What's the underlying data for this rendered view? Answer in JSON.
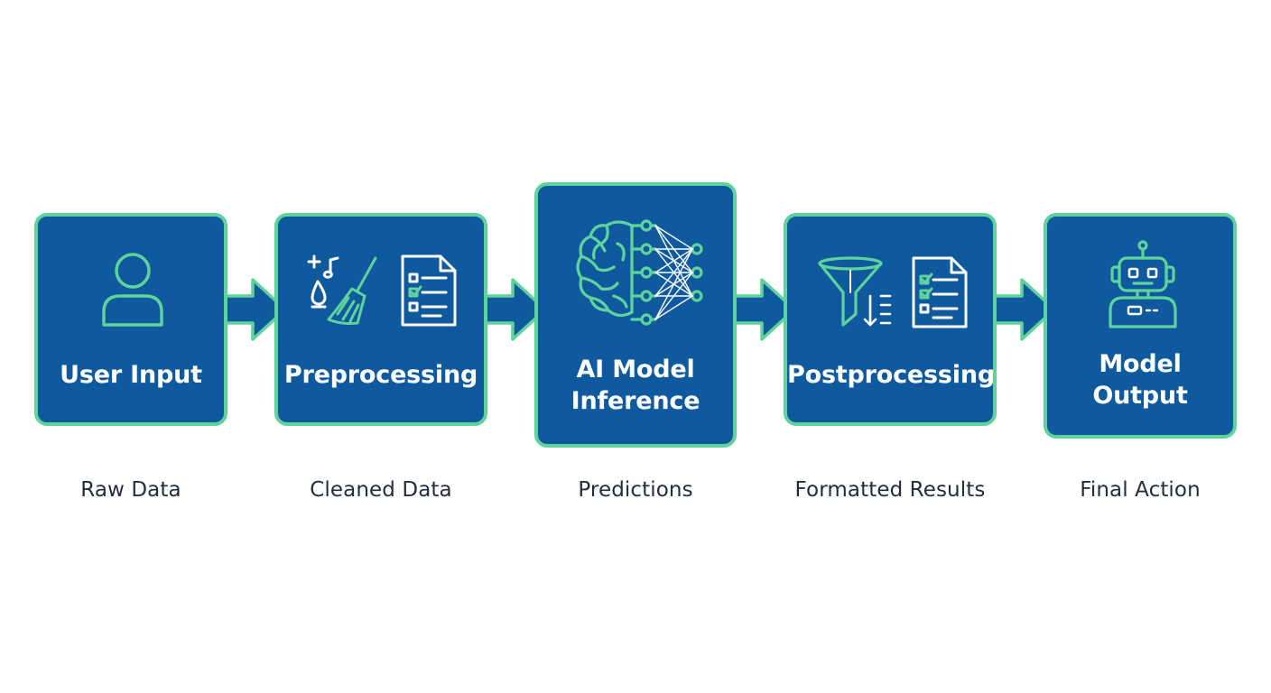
{
  "colors": {
    "box_fill": "#0f5a9e",
    "box_border": "#5fd39b",
    "icon_stroke": "#5fd39b",
    "icon_stroke_light": "#ffffff",
    "arrow_fill": "#0f5a9e",
    "arrow_border": "#5fd39b",
    "caption_text": "#1f2d3d"
  },
  "stages": [
    {
      "title": "User Input",
      "caption": "Raw Data",
      "icon": "user-icon"
    },
    {
      "title": "Preprocessing",
      "caption": "Cleaned Data",
      "icon": "broom-checklist-icon"
    },
    {
      "title_line1": "AI Model",
      "title_line2": "Inference",
      "caption": "Predictions",
      "icon": "brain-network-icon"
    },
    {
      "title": "Postprocessing",
      "caption": "Formatted Results",
      "icon": "funnel-checklist-icon"
    },
    {
      "title_line1": "Model",
      "title_line2": "Output",
      "caption": "Final Action",
      "icon": "robot-icon"
    }
  ]
}
